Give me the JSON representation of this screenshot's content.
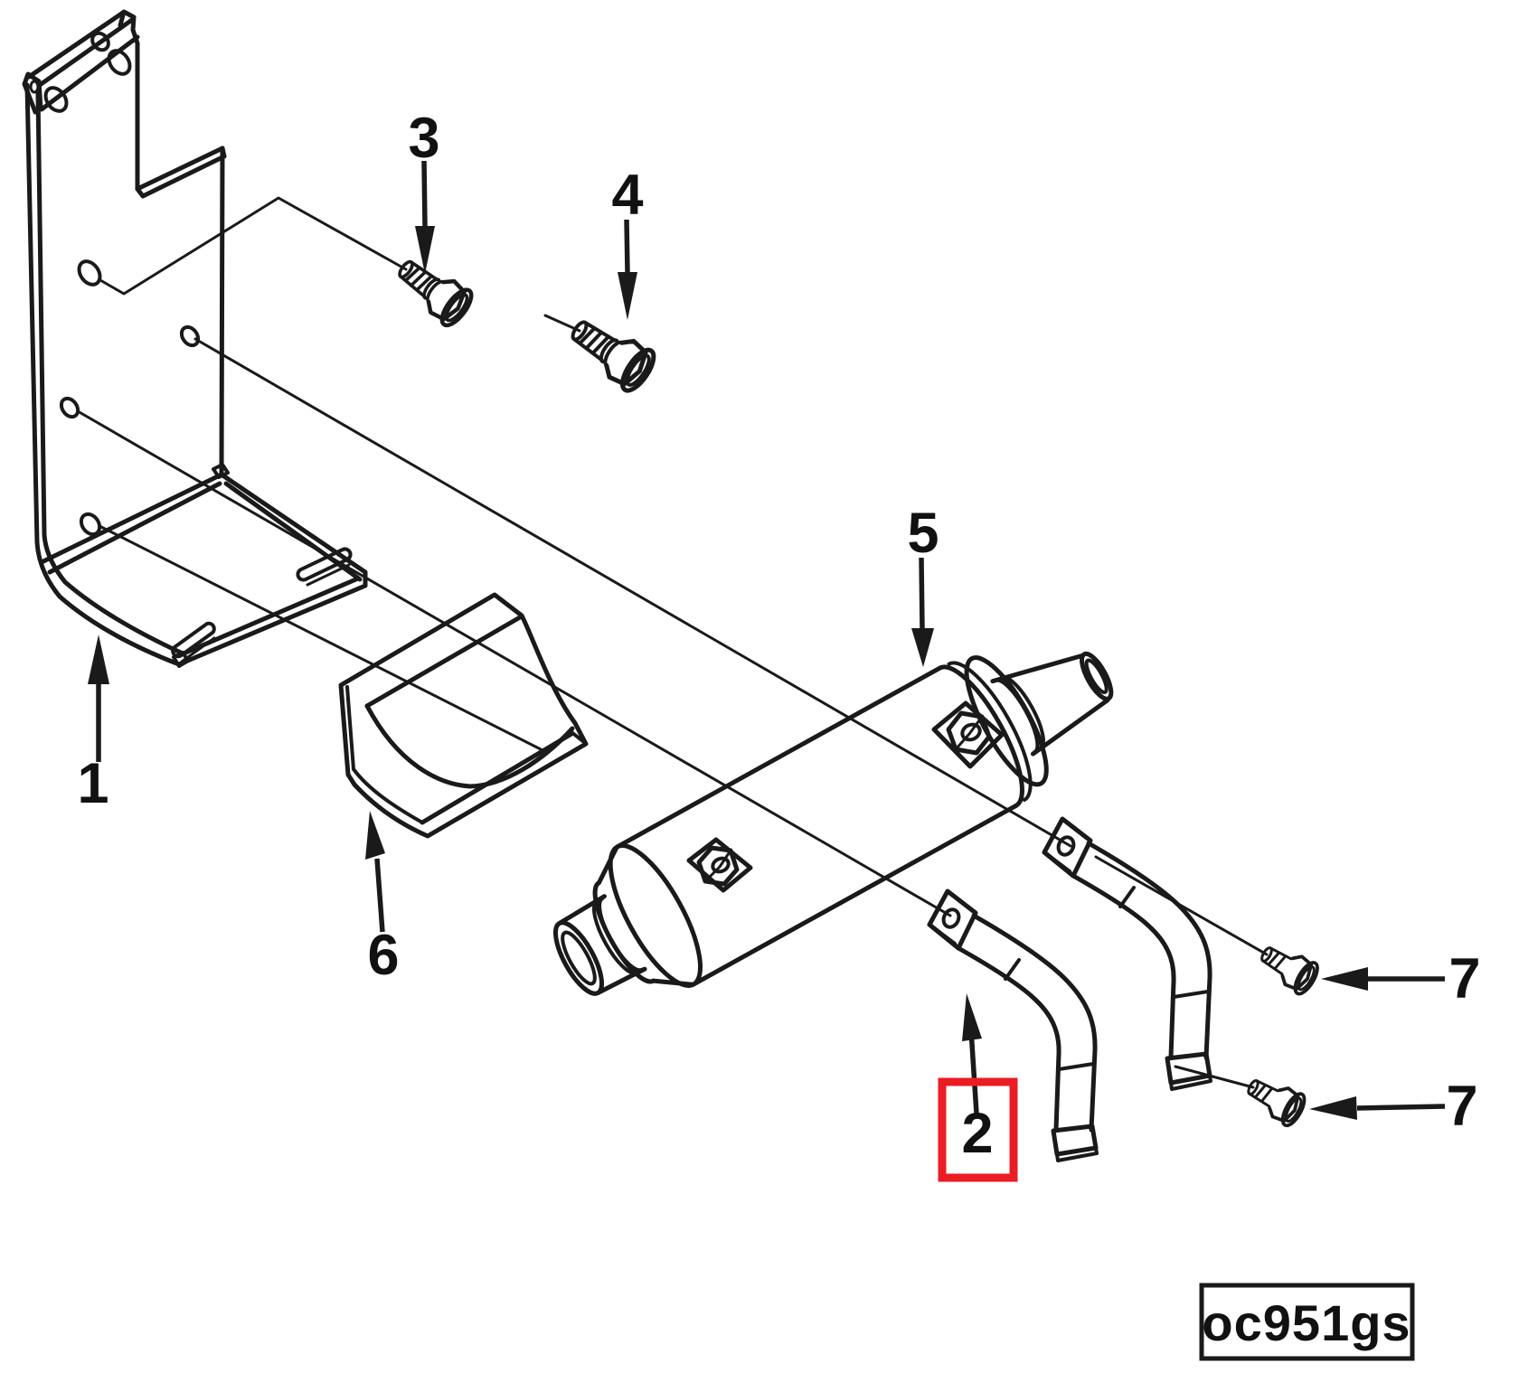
{
  "diagram": {
    "type": "exploded-parts-diagram",
    "background_color": "#ffffff",
    "line_color": "#1a1a1a",
    "figure_code": "oc951gs",
    "highlight": {
      "color": "#EC1C24",
      "highlighted_callout": "2"
    },
    "callouts": [
      {
        "label": "1"
      },
      {
        "label": "2"
      },
      {
        "label": "3"
      },
      {
        "label": "4"
      },
      {
        "label": "5"
      },
      {
        "label": "6"
      },
      {
        "label": "7"
      },
      {
        "label": "7"
      }
    ]
  }
}
